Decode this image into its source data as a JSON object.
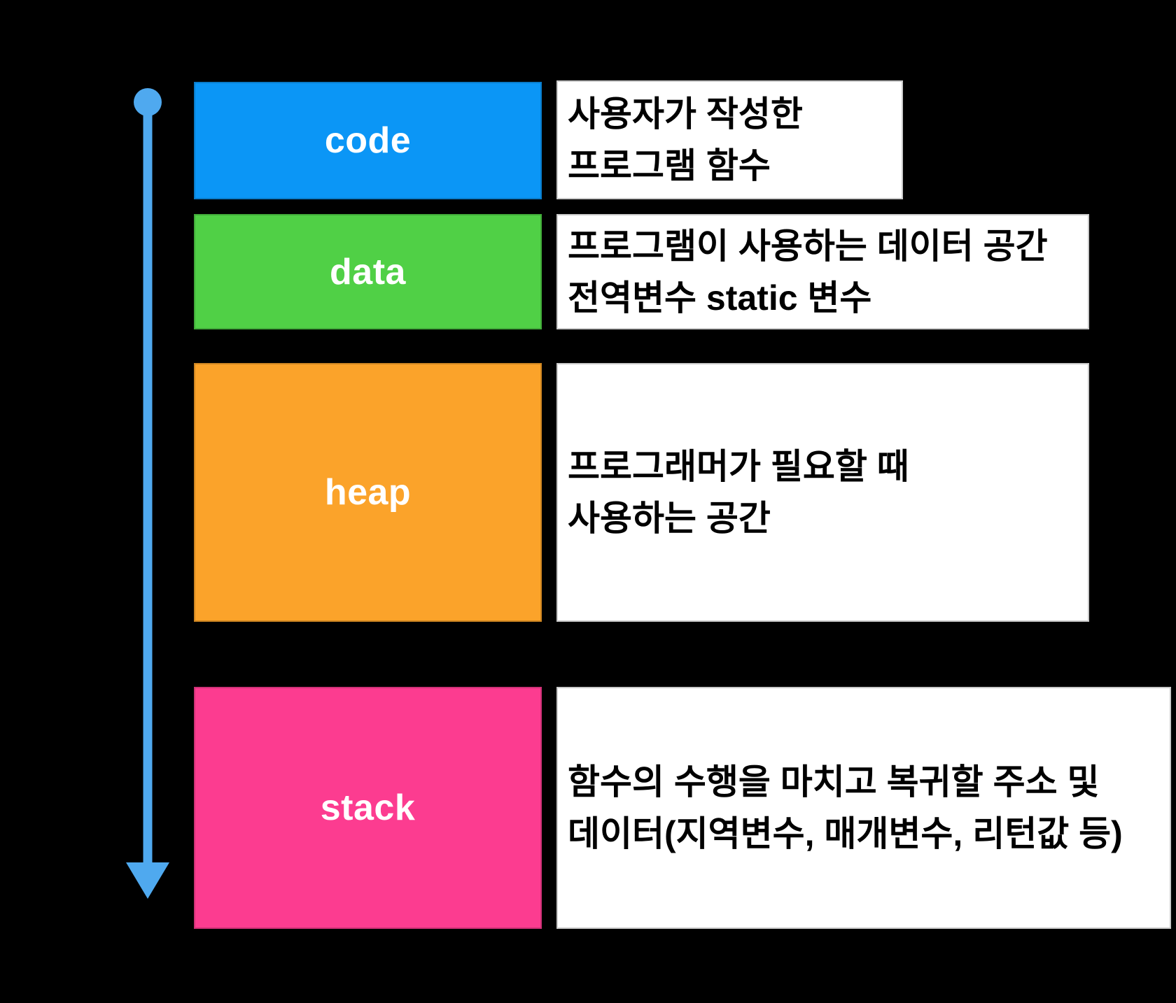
{
  "background": "#000000",
  "arrow": {
    "name": "memory-address-direction-arrow",
    "direction": "down",
    "color": "#4FA9EF"
  },
  "rows": [
    {
      "label": "code",
      "color": "#0B96F6",
      "line1": "사용자가 작성한",
      "line2": "프로그램 함수"
    },
    {
      "label": "data",
      "color": "#50D046",
      "line1": "프로그램이 사용하는 데이터 공간",
      "line2_prefix": "전역변수 ",
      "line2_em": "static",
      "line2_suffix": " 변수"
    },
    {
      "label": "heap",
      "color": "#FBA32A",
      "line1": "프로그래머가 필요할 때",
      "line2": "사용하는 공간"
    },
    {
      "label": "stack",
      "color": "#FC3C90",
      "line1": "함수의 수행을 마치고 복귀할 주소 및",
      "line2": "데이터(지역변수, 매개변수, 리턴값 등)"
    }
  ]
}
